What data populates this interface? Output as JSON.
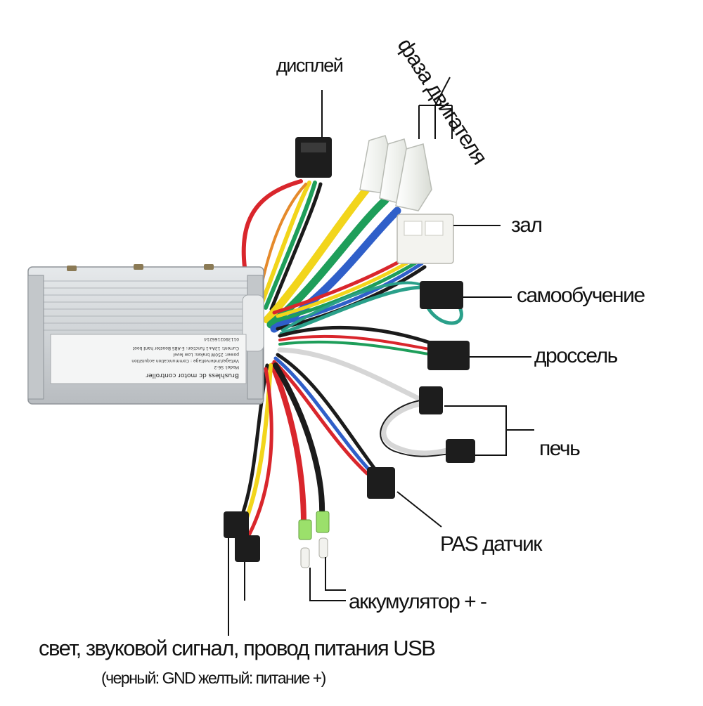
{
  "labels": {
    "display": "дисплей",
    "motor_phase": "фаза двигателя",
    "hall": "зал",
    "self_learning": "самообучение",
    "throttle": "дроссель",
    "brake": "печь",
    "pas_sensor": "PAS датчик",
    "battery": "аккумулятор + -",
    "light_line": "свет, звуковой сигнал, провод питания USB",
    "light_note": "(черный: GND желтый: питание +)"
  },
  "controller_plate": {
    "title": "Brushless dc motor controller",
    "line1": "Model: S6-2",
    "line2": "Voltage/Undervoltage : Communication acquisition",
    "line3": "power: 250W   brakes: Low level",
    "line4": "Current: 13A±1   function: E-ABS  Booster  hard boot",
    "serial": "0113902166214"
  },
  "colors": {
    "red": "#d9262c",
    "yellow": "#f2d51b",
    "green": "#1e9e5a",
    "blue": "#2f5fc9",
    "black": "#1b1b1b",
    "white": "#f4f4f4",
    "teal": "#2aa08a",
    "housing": "#cfd3d6"
  }
}
